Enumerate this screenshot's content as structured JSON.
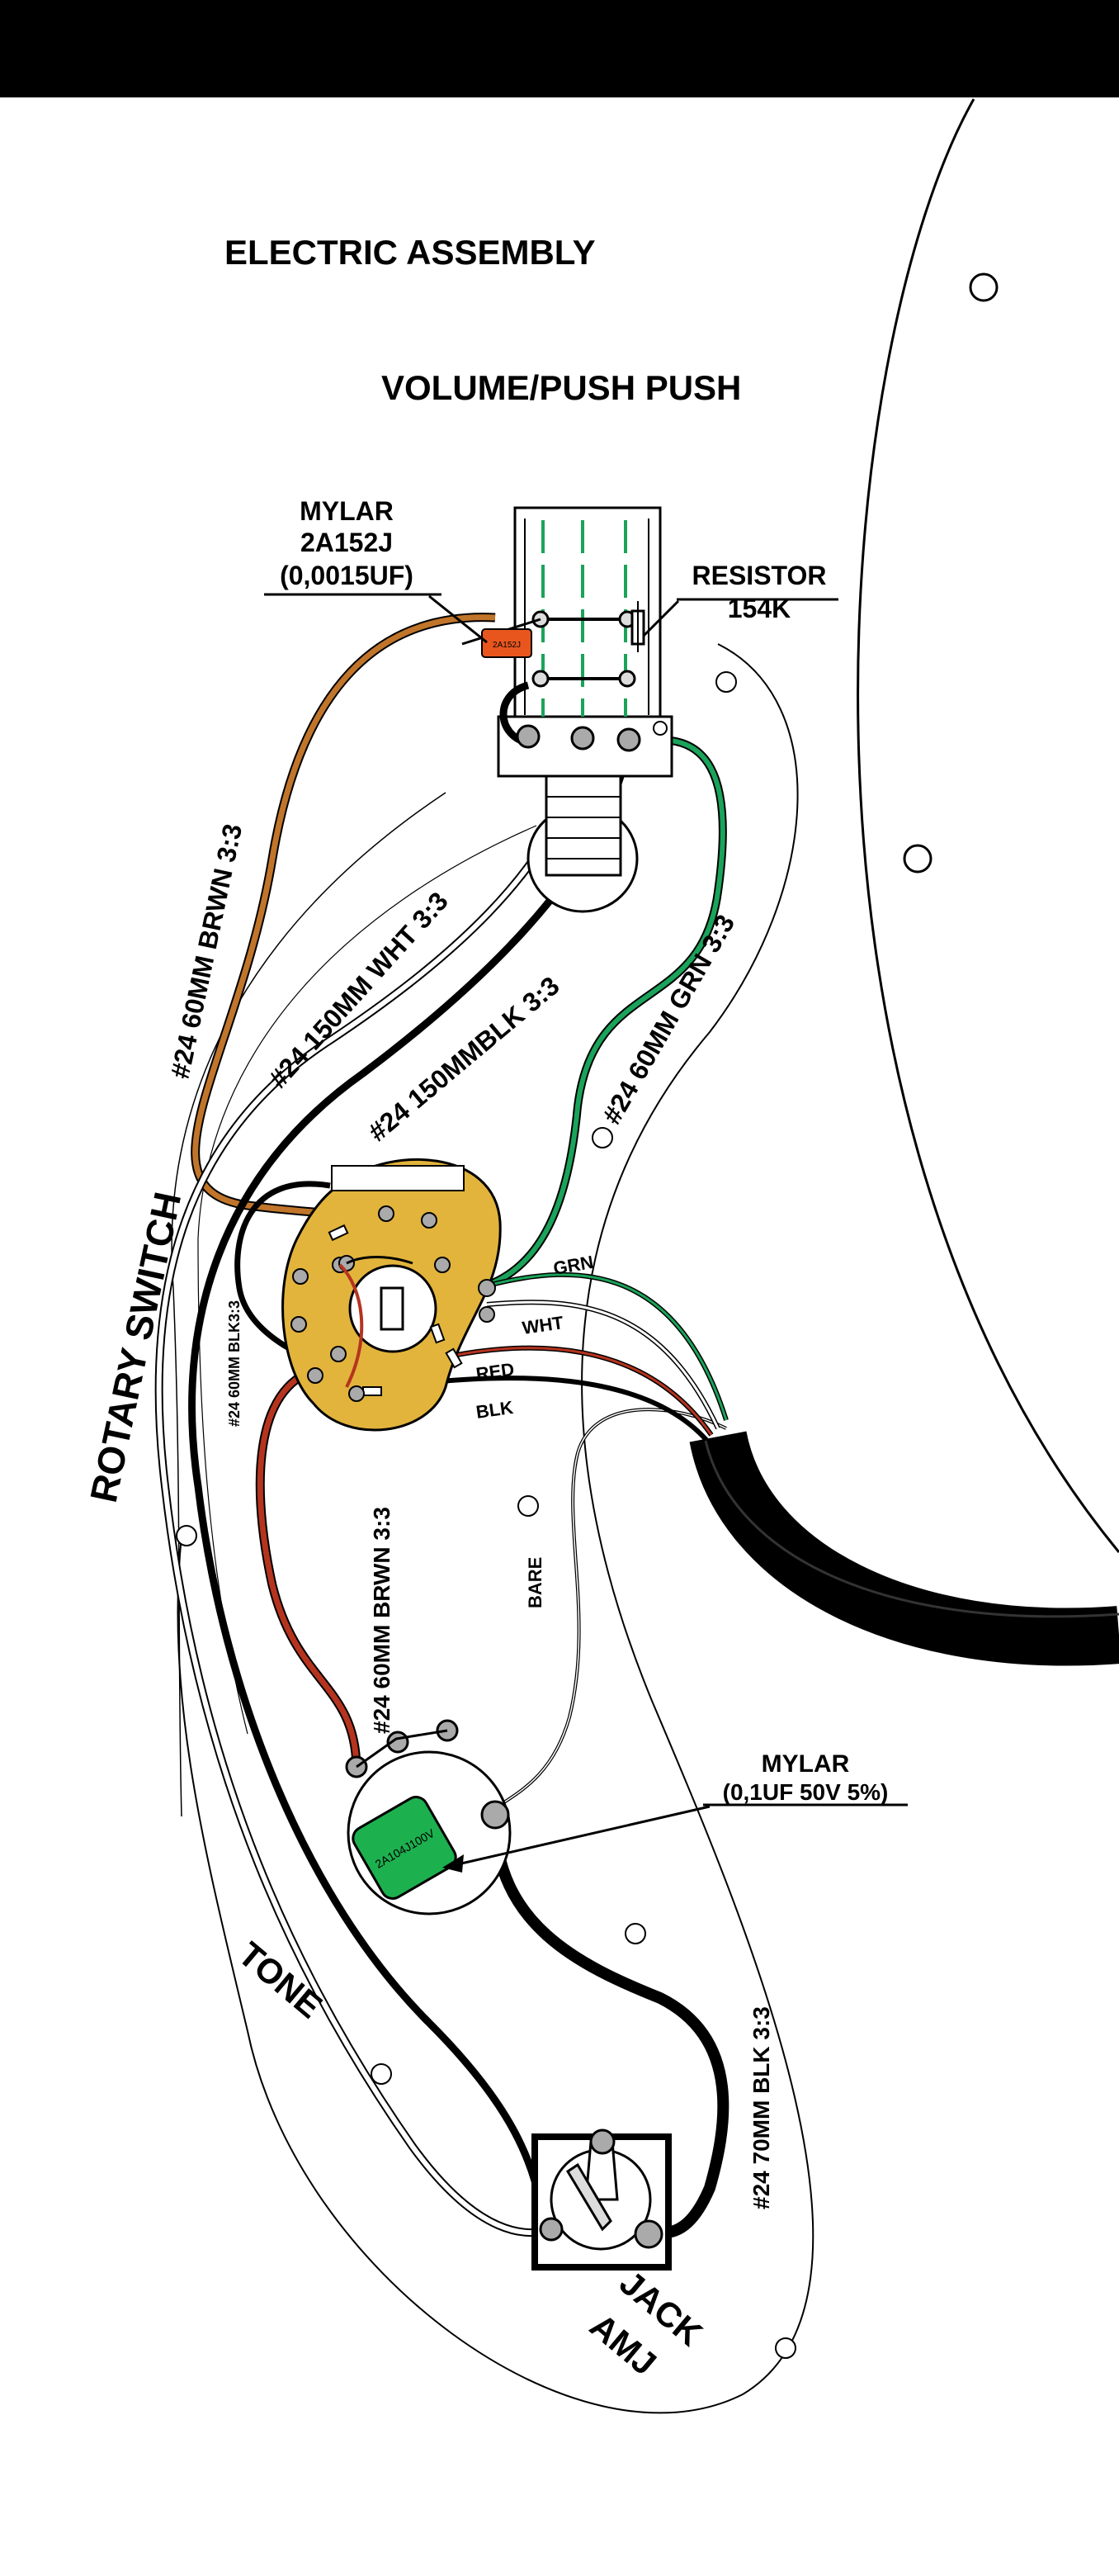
{
  "title": "ELECTRIC ASSEMBLY",
  "subtitle": "VOLUME/PUSH PUSH",
  "cap1": {
    "line1": "MYLAR",
    "line2": "2A152J",
    "line3": "(0,0015UF)",
    "print": "2A152J"
  },
  "resistor": {
    "line1": "RESISTOR",
    "line2": "154K"
  },
  "wires": {
    "brown_long": "#24 60MM BRWN 3:3",
    "white": "#24 150MM WHT 3:3",
    "black_long": "#24 150MMBLK 3:3",
    "green": "#24 60MM GRN 3:3",
    "black_short": "#24 60MM BLK3:3",
    "brown_short": "#24 60MM BRWN 3:3",
    "black_jack": "#24 70MM BLK 3:3",
    "bare": "BARE"
  },
  "harness": {
    "grn": "GRN",
    "wht": "WHT",
    "red": "RED",
    "blk": "BLK"
  },
  "rotary": "ROTARY SWITCH",
  "tone": "TONE",
  "cap2": {
    "line1": "MYLAR",
    "line2": "(0,1UF 50V 5%)",
    "print": "2A104J100V"
  },
  "jack": {
    "line1": "JACK",
    "line2": "AMJ"
  },
  "colors": {
    "brown": "#c0752a",
    "green": "#1aa35a",
    "red": "#b5341f",
    "orange": "#e8561e",
    "switch_gold": "#e2b43c",
    "cap_green": "#1db04f",
    "black": "#000000"
  }
}
